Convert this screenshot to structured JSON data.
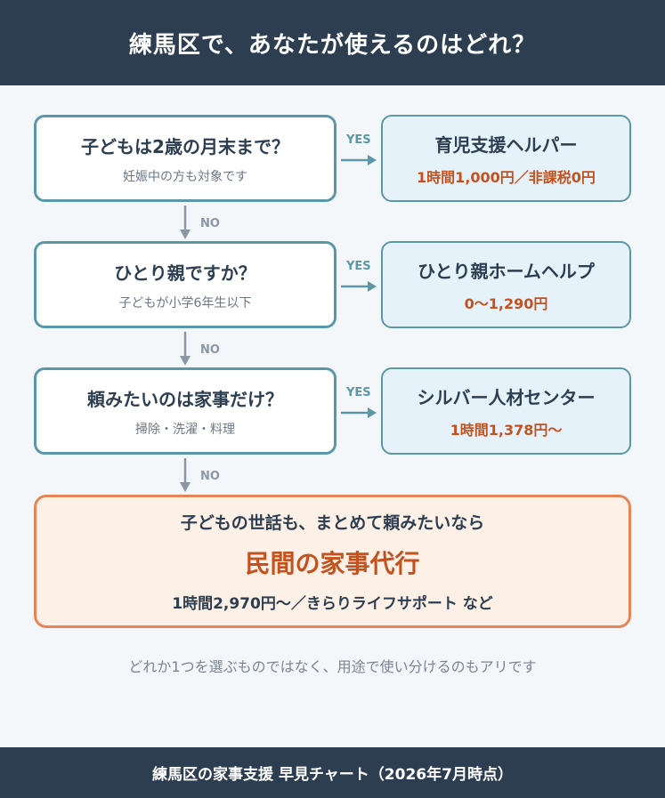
{
  "header": {
    "title": "練馬区で、あなたが使えるのはどれ？"
  },
  "labels": {
    "yes": "YES",
    "no": "NO"
  },
  "questions": [
    {
      "title": "子どもは2歳の月末まで？",
      "sub": "妊娠中の方も対象です"
    },
    {
      "title": "ひとり親ですか？",
      "sub": "子どもが小学6年生以下"
    },
    {
      "title": "頼みたいのは家事だけ？",
      "sub": "掃除・洗濯・料理"
    }
  ],
  "answers": [
    {
      "title": "育児支援ヘルパー",
      "price": "1時間1,000円／非課税0円"
    },
    {
      "title": "ひとり親ホームヘルプ",
      "price": "0〜1,290円"
    },
    {
      "title": "シルバー人材センター",
      "price": "1時間1,378円〜"
    }
  ],
  "final": {
    "top": "子どもの世話も、まとめて頼みたいなら",
    "main": "民間の家事代行",
    "bottom": "1時間2,970円〜／きらりライフサポート など"
  },
  "note": "どれか1つを選ぶものではなく、用途で使い分けるのもアリです",
  "footer": {
    "title": "練馬区の家事支援 早見チャート（2026年7月時点）"
  },
  "colors": {
    "header_bg": "#2c3e50",
    "box_border": "#5b97a6",
    "answer_bg": "#e6f2f9",
    "price": "#c4521f",
    "final_bg": "#fdf0e6",
    "final_border": "#e6855a",
    "no_arrow": "#8a96a3"
  }
}
